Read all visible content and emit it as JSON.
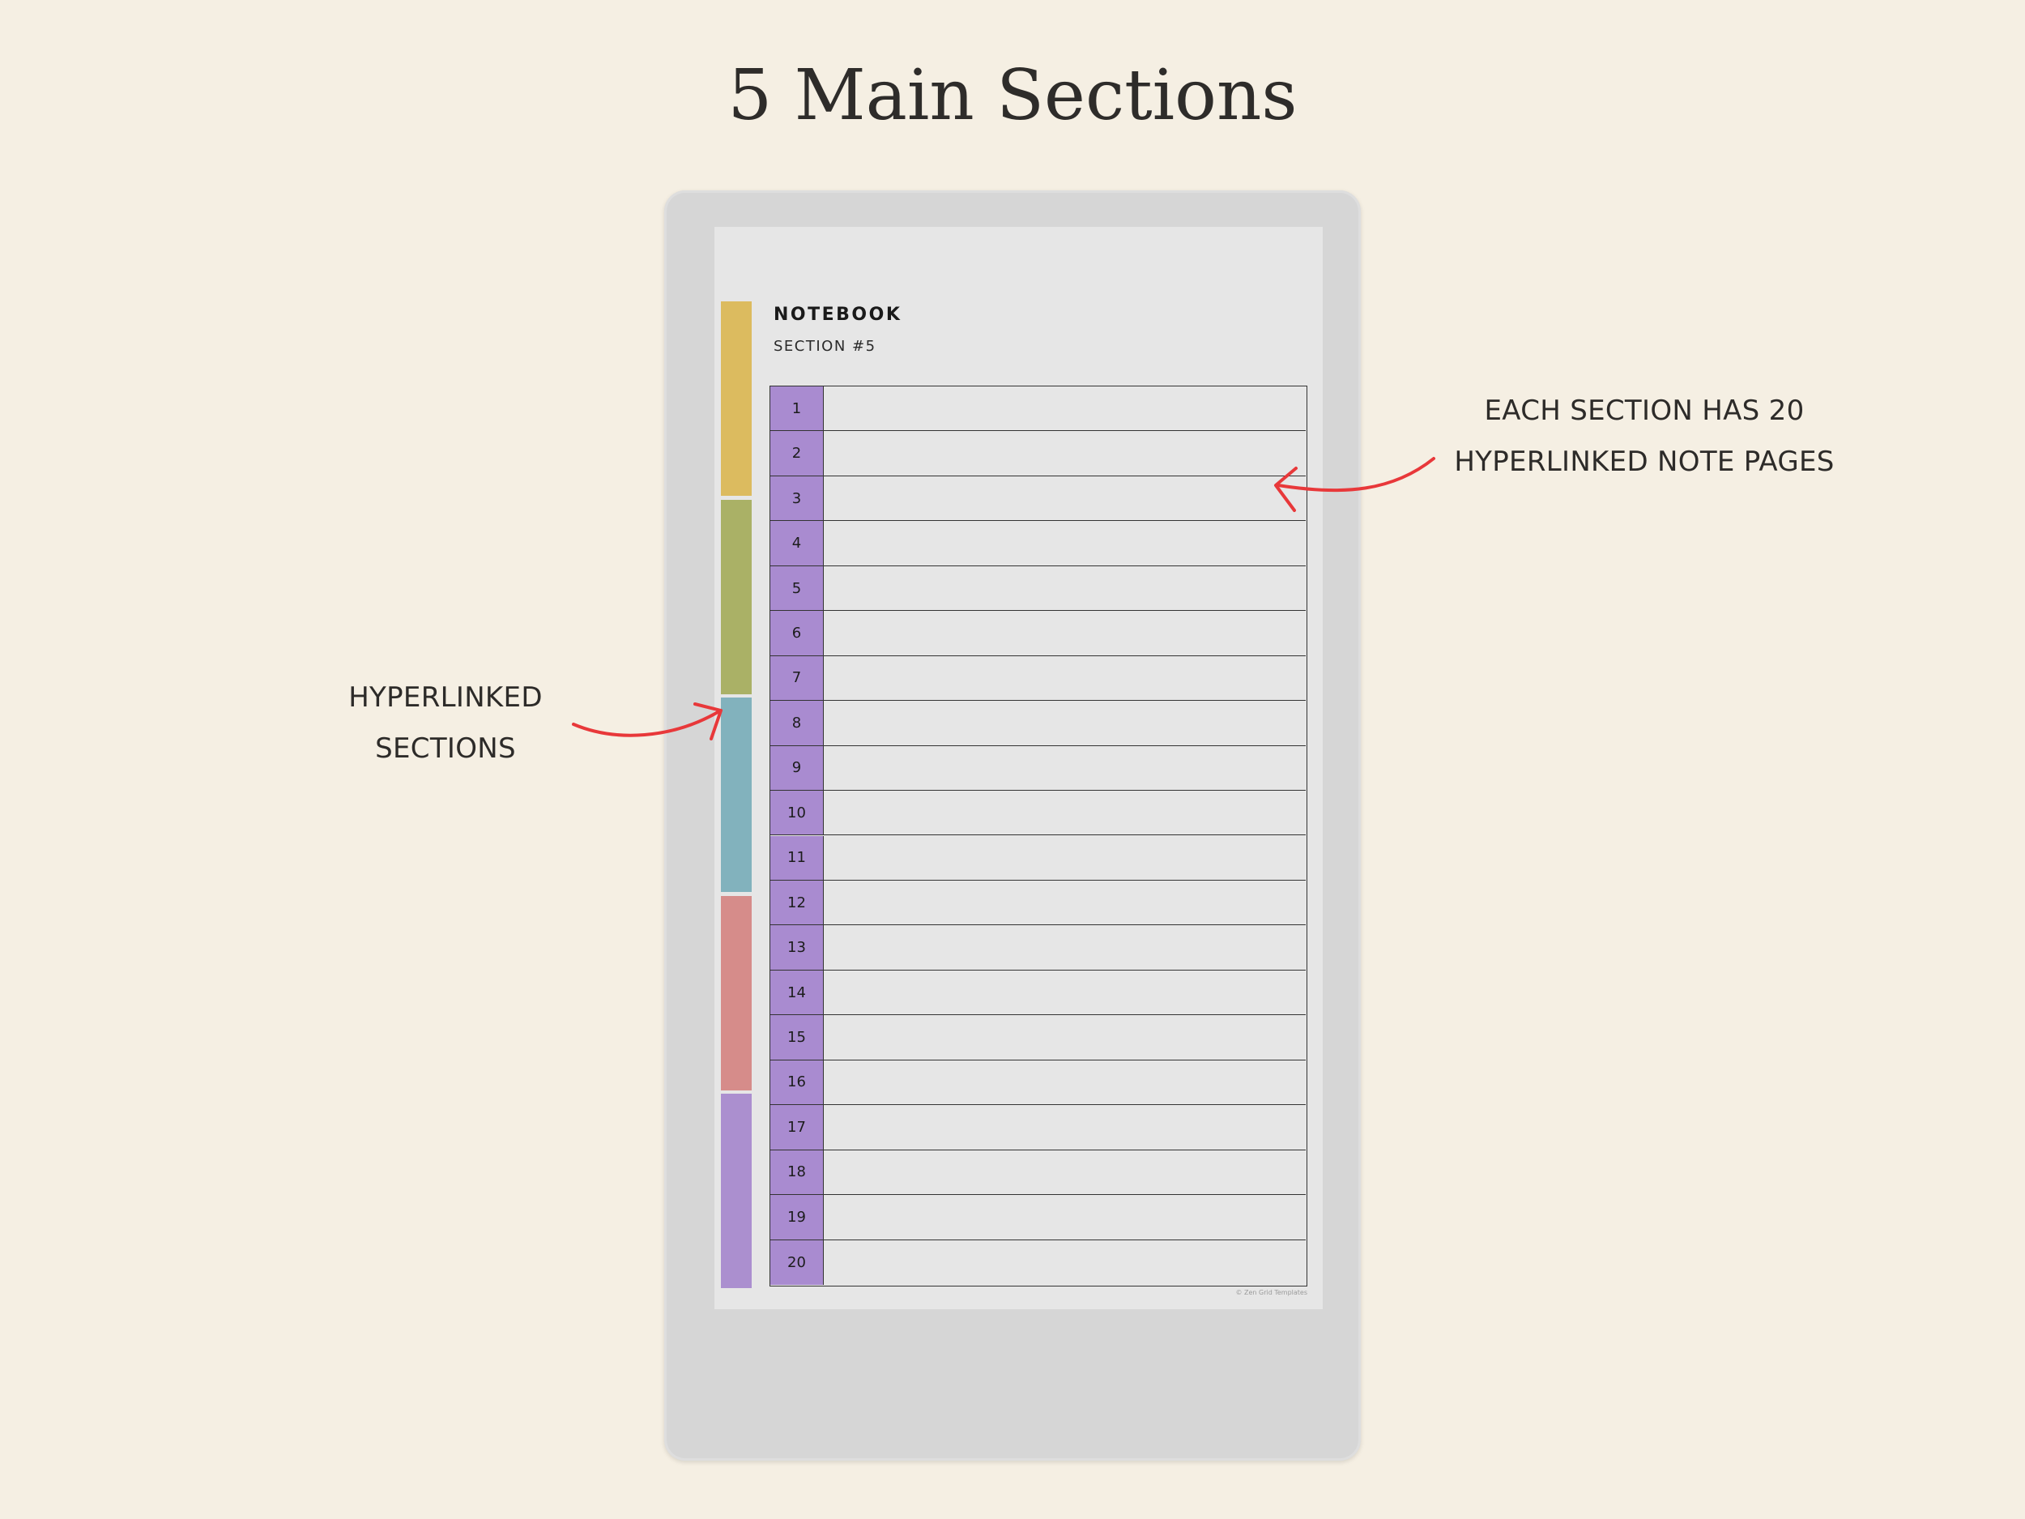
{
  "title": "5 Main Sections",
  "notebook": {
    "title": "NOTEBOOK",
    "subtitle": "SECTION #5",
    "copyright": "© Zen Grid Templates"
  },
  "section_tabs": [
    {
      "color": "#dcbb5f",
      "name": "section-1"
    },
    {
      "color": "#aab166",
      "name": "section-2"
    },
    {
      "color": "#82b2bd",
      "name": "section-3"
    },
    {
      "color": "#d68c8a",
      "name": "section-4"
    },
    {
      "color": "#ab8fcf",
      "name": "section-5"
    }
  ],
  "page_rows": [
    "1",
    "2",
    "3",
    "4",
    "5",
    "6",
    "7",
    "8",
    "9",
    "10",
    "11",
    "12",
    "13",
    "14",
    "15",
    "16",
    "17",
    "18",
    "19",
    "20"
  ],
  "annotations": {
    "right": {
      "line1": "EACH SECTION HAS 20",
      "line2": "HYPERLINKED NOTE PAGES"
    },
    "left": {
      "line1": "HYPERLINKED",
      "line2": "SECTIONS"
    }
  },
  "colors": {
    "background": "#f5efe3",
    "device": "#d6d6d6",
    "screen": "#e6e6e6",
    "row_number_fill": "#a98bd0",
    "arrow": "#e8383a"
  }
}
